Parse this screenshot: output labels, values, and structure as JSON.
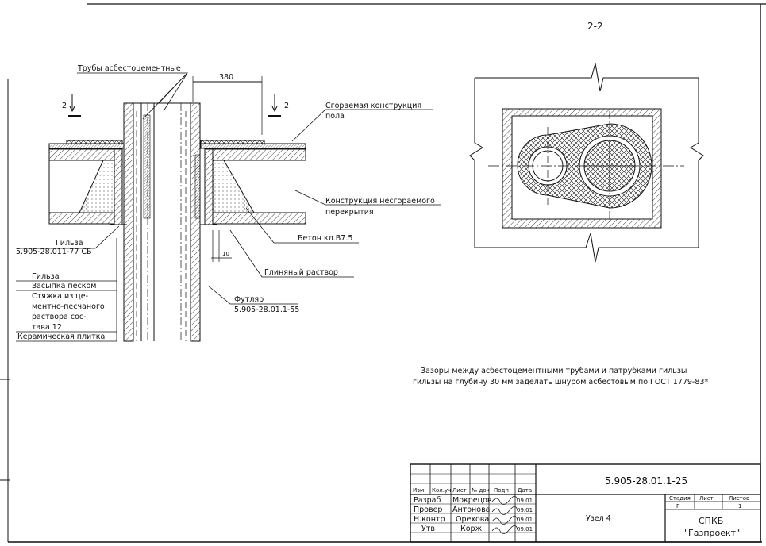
{
  "section_label": "2-2",
  "cut_mark": "2",
  "dimensions": {
    "width": "380",
    "gap": "10"
  },
  "labels": {
    "pipes": "Трубы асбестоцементные",
    "combustible": "Сгораемая конструкция",
    "combustible_sub": "пола",
    "noncombustible": "Конструкция несгораемого",
    "noncombustible_sub": "перекрытия",
    "concrete": "Бетон кл.В7.5",
    "clay": "Глиняный раствор",
    "sleeve": "Гильза",
    "sleeve_code": "5.905-28.011-77 СБ",
    "casing": "Футляр",
    "casing_code": "5.905-28.01.1-55"
  },
  "layer_list": [
    "Гильза",
    "Засыпка песком",
    "Стяжка из це-",
    "ментно-песчаного",
    "раствора сос-",
    "тава 12",
    "Керамическая плитка"
  ],
  "note_lines": [
    "Зазоры между асбестоцементными трубами и патрубками гильзы",
    "гильзы на глубину 30 мм заделать шнуром асбестовым по ГОСТ 1779-83*"
  ],
  "title_block": {
    "doc_code": "5.905-28.01.1-25",
    "node": "Узел 4",
    "col_headers": [
      "Изм",
      "Кол.уч",
      "Лист",
      "№ док",
      "Подп",
      "Дата"
    ],
    "rows": [
      {
        "role": "Разраб",
        "name": "Мокрецов",
        "date": "09.01"
      },
      {
        "role": "Провер",
        "name": "Антонова",
        "date": "09.01"
      },
      {
        "role": "Н.контр",
        "name": "Орехова",
        "date": "09.01"
      },
      {
        "role": "Утв",
        "name": "Корж",
        "date": "09.01"
      }
    ],
    "stage_header": "Стадия",
    "sheet_header": "Лист",
    "sheets_header": "Листов",
    "stage": "Р",
    "sheets": "1",
    "org_line1": "СПКБ",
    "org_line2": "\"Газпроект\""
  },
  "colors": {
    "ink": "#111111",
    "paper": "#ffffff"
  }
}
